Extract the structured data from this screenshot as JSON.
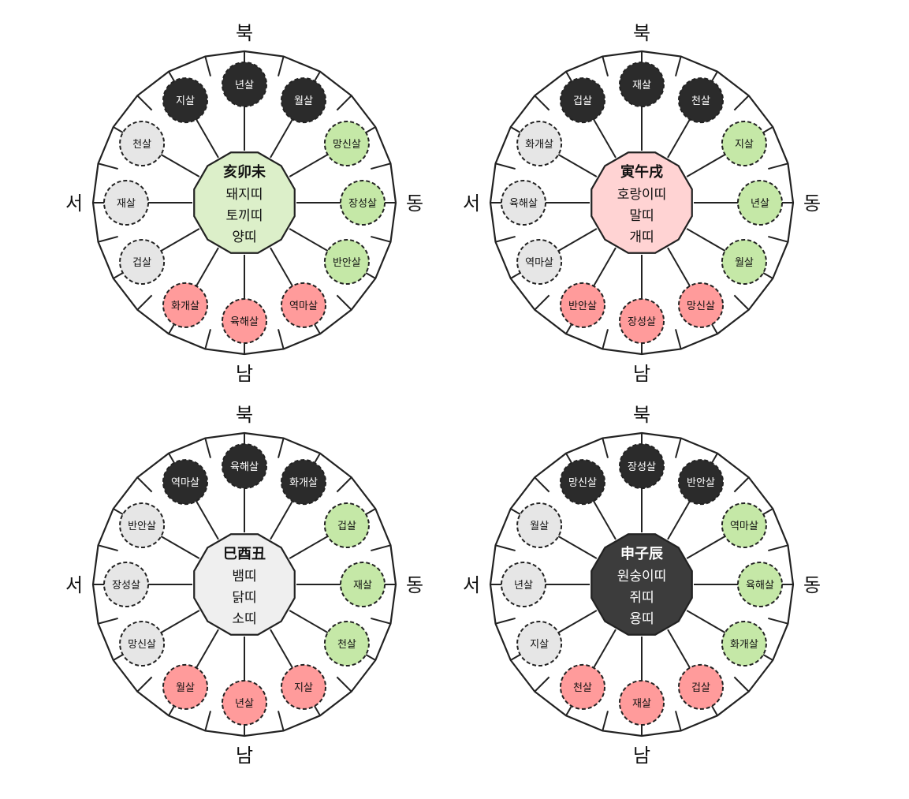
{
  "colors": {
    "dark": "#2b2b2b",
    "gray": "#e6e6e6",
    "green": "#c5e8a7",
    "red": "#ff9b9b",
    "line": "#222222"
  },
  "diagrams": [
    {
      "directions": {
        "north": "북",
        "south": "남",
        "west": "서",
        "east": "동"
      },
      "center": {
        "title": "亥卯未",
        "lines": [
          "돼지띠",
          "토끼띠",
          "양띠"
        ],
        "fill": "#dcefc9",
        "text_color": "#111111"
      },
      "nodes": [
        {
          "label": "년살",
          "group": "dark"
        },
        {
          "label": "월살",
          "group": "dark"
        },
        {
          "label": "망신살",
          "group": "green"
        },
        {
          "label": "장성살",
          "group": "green"
        },
        {
          "label": "반안살",
          "group": "green"
        },
        {
          "label": "역마살",
          "group": "red"
        },
        {
          "label": "육해살",
          "group": "red"
        },
        {
          "label": "화개살",
          "group": "red"
        },
        {
          "label": "겁살",
          "group": "gray"
        },
        {
          "label": "재살",
          "group": "gray"
        },
        {
          "label": "천살",
          "group": "gray"
        },
        {
          "label": "지살",
          "group": "dark"
        }
      ]
    },
    {
      "directions": {
        "north": "북",
        "south": "남",
        "west": "서",
        "east": "동"
      },
      "center": {
        "title": "寅午戌",
        "lines": [
          "호랑이띠",
          "말띠",
          "개띠"
        ],
        "fill": "#ffd3d3",
        "text_color": "#111111"
      },
      "nodes": [
        {
          "label": "재살",
          "group": "dark"
        },
        {
          "label": "천살",
          "group": "dark"
        },
        {
          "label": "지살",
          "group": "green"
        },
        {
          "label": "년살",
          "group": "green"
        },
        {
          "label": "월살",
          "group": "green"
        },
        {
          "label": "망신살",
          "group": "red"
        },
        {
          "label": "장성살",
          "group": "red"
        },
        {
          "label": "반안살",
          "group": "red"
        },
        {
          "label": "역마살",
          "group": "gray"
        },
        {
          "label": "육해살",
          "group": "gray"
        },
        {
          "label": "화개살",
          "group": "gray"
        },
        {
          "label": "겁살",
          "group": "dark"
        }
      ]
    },
    {
      "directions": {
        "north": "북",
        "south": "남",
        "west": "서",
        "east": "동"
      },
      "center": {
        "title": "巳酉丑",
        "lines": [
          "뱀띠",
          "닭띠",
          "소띠"
        ],
        "fill": "#efefef",
        "text_color": "#111111"
      },
      "nodes": [
        {
          "label": "육해살",
          "group": "dark"
        },
        {
          "label": "화개살",
          "group": "dark"
        },
        {
          "label": "겁살",
          "group": "green"
        },
        {
          "label": "재살",
          "group": "green"
        },
        {
          "label": "천살",
          "group": "green"
        },
        {
          "label": "지살",
          "group": "red"
        },
        {
          "label": "년살",
          "group": "red"
        },
        {
          "label": "월살",
          "group": "red"
        },
        {
          "label": "망신살",
          "group": "gray"
        },
        {
          "label": "장성살",
          "group": "gray"
        },
        {
          "label": "반안살",
          "group": "gray"
        },
        {
          "label": "역마살",
          "group": "dark"
        }
      ]
    },
    {
      "directions": {
        "north": "북",
        "south": "남",
        "west": "서",
        "east": "동"
      },
      "center": {
        "title": "申子辰",
        "lines": [
          "원숭이띠",
          "쥐띠",
          "용띠"
        ],
        "fill": "#3c3c3c",
        "text_color": "#ffffff"
      },
      "nodes": [
        {
          "label": "장성살",
          "group": "dark"
        },
        {
          "label": "반안살",
          "group": "dark"
        },
        {
          "label": "역마살",
          "group": "green"
        },
        {
          "label": "육해살",
          "group": "green"
        },
        {
          "label": "화개살",
          "group": "green"
        },
        {
          "label": "겁살",
          "group": "red"
        },
        {
          "label": "재살",
          "group": "red"
        },
        {
          "label": "천살",
          "group": "red"
        },
        {
          "label": "지살",
          "group": "gray"
        },
        {
          "label": "년살",
          "group": "gray"
        },
        {
          "label": "월살",
          "group": "gray"
        },
        {
          "label": "망신살",
          "group": "dark"
        }
      ]
    }
  ]
}
